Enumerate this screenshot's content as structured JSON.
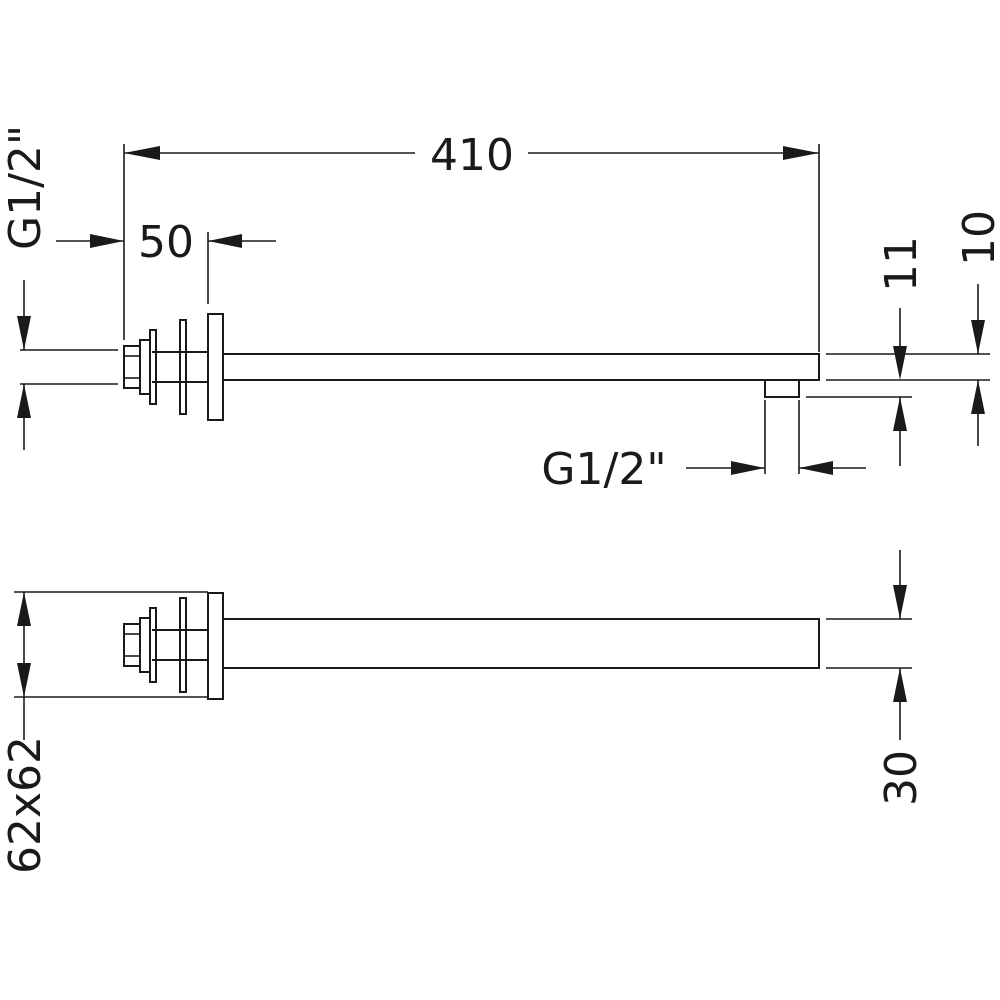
{
  "dimensions": {
    "overall_length": "410",
    "wall_depth": "50",
    "inlet_thread_left": "G1/2\"",
    "outlet_thread": "G1/2\"",
    "arm_height_11": "11",
    "arm_height_10": "10",
    "flange_size": "62x62",
    "arm_width": "30"
  }
}
